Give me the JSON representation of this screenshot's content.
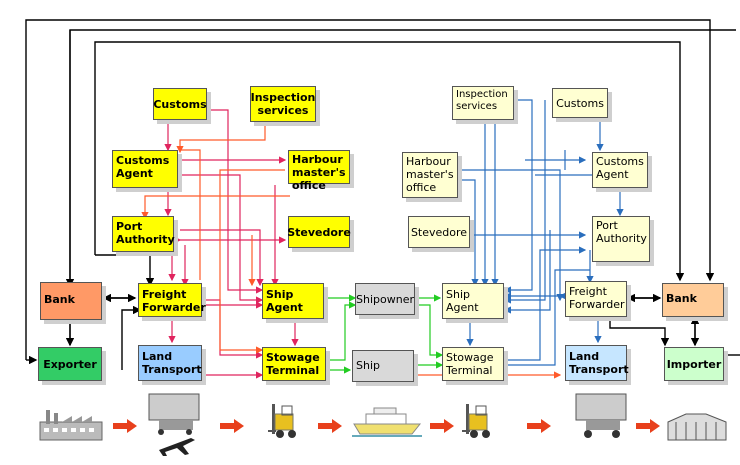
{
  "nodes": {
    "customs_left": "Customs",
    "inspection_left": "Inspection services",
    "customs_agent_left": "Customs Agent",
    "harbour_left": "Harbour master's office",
    "port_authority_left": "Port Authority",
    "stevedore_left": "Stevedore",
    "bank_left": "Bank",
    "freight_forwarder_left": "Freight Forwarder",
    "ship_agent_left": "Ship Agent",
    "shipowner": "Shipowner",
    "exporter": "Exporter",
    "land_transport_left": "Land Transport",
    "stowage_terminal_left": "Stowage Terminal",
    "ship": "Ship",
    "inspection_right": "Inspection services",
    "customs_right": "Customs",
    "harbour_right": "Harbour master's office",
    "customs_agent_right": "Customs Agent",
    "stevedore_right": "Stevedore",
    "port_authority_right": "Port Authority",
    "ship_agent_right": "Ship Agent",
    "freight_forwarder_right": "Freight Forwarder",
    "bank_right": "Bank",
    "stowage_terminal_right": "Stowage Terminal",
    "land_transport_right": "Land Transport",
    "importer": "Importer"
  },
  "colors": {
    "left_links": "#e0245e",
    "left_links_alt": "#ff5a2a",
    "right_links": "#2a6ebd",
    "ship_links": "#22cc22",
    "outer_links": "#000000",
    "flow_arrow": "#e8401c"
  },
  "flow_icons": [
    "factory-icon",
    "truck-plane-icon",
    "forklift-icon",
    "ferry-icon",
    "forklift-icon",
    "truck-icon",
    "warehouse-icon"
  ]
}
